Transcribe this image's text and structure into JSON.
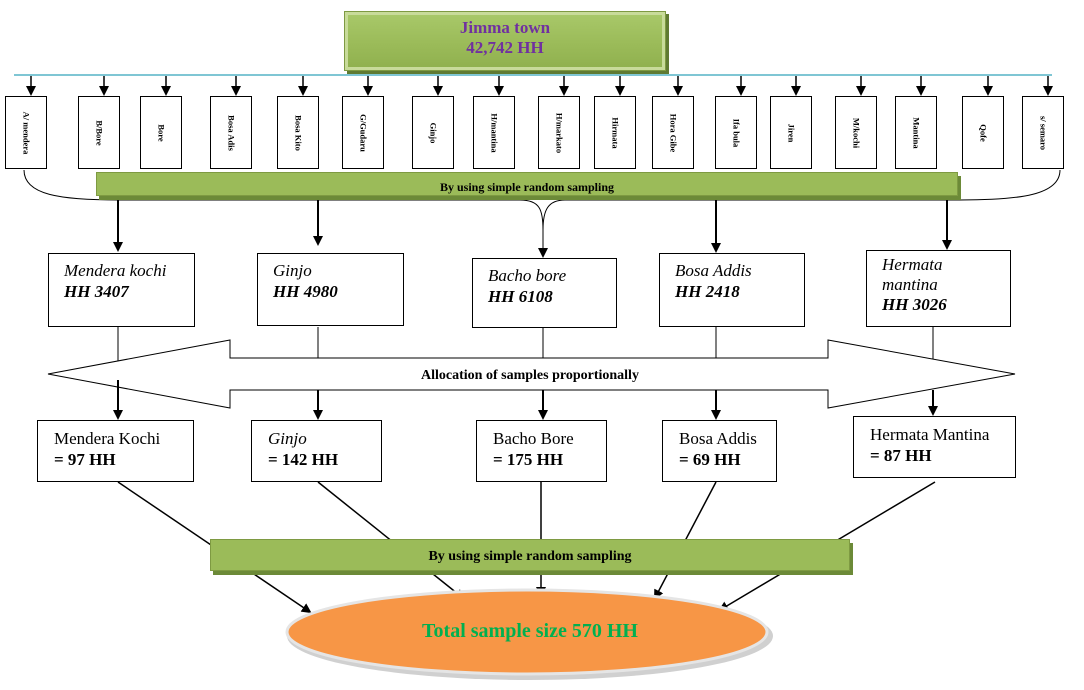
{
  "top": {
    "title": "Jimma town",
    "households": "42,742 HH"
  },
  "kebeles": [
    "A/ mendera",
    "B/Bore",
    "Bore",
    "Bosa Adis",
    "Bosa Kito",
    "G/Gudaru",
    "Ginjo",
    "H/mantina",
    "H/markato",
    "Hirmata",
    "Hora Gibe",
    "Ifa bula",
    "Jiren",
    "M/kochi",
    "Mantina",
    "Qofe",
    "s/ semaro"
  ],
  "step1_label": "By using simple random sampling",
  "selected": [
    {
      "name": "Mendera kochi",
      "hh": "HH 3407"
    },
    {
      "name": "Ginjo",
      "hh": "HH 4980"
    },
    {
      "name": "Bacho bore",
      "hh": "HH 6108"
    },
    {
      "name": "Bosa Addis",
      "hh": "HH 2418"
    },
    {
      "name": "Hermata mantina",
      "hh": "HH 3026"
    }
  ],
  "allocation_label": "Allocation of samples proportionally",
  "samples": [
    {
      "name": "Mendera Kochi",
      "hh": "= 97 HH"
    },
    {
      "name": "Ginjo",
      "hh": "= 142 HH"
    },
    {
      "name": "Bacho Bore",
      "hh": "= 175 HH"
    },
    {
      "name": "Bosa Addis",
      "hh": "= 69 HH"
    },
    {
      "name": "Hermata Mantina",
      "hh": "= 87 HH"
    }
  ],
  "step2_label": "By using simple random sampling",
  "total_label": "Total sample size 570 HH",
  "colors": {
    "green": "#9bbb59",
    "title_text": "#7030a0",
    "total_fill": "#f79646",
    "total_text": "#00b050",
    "top_line": "#7fc6d4"
  }
}
